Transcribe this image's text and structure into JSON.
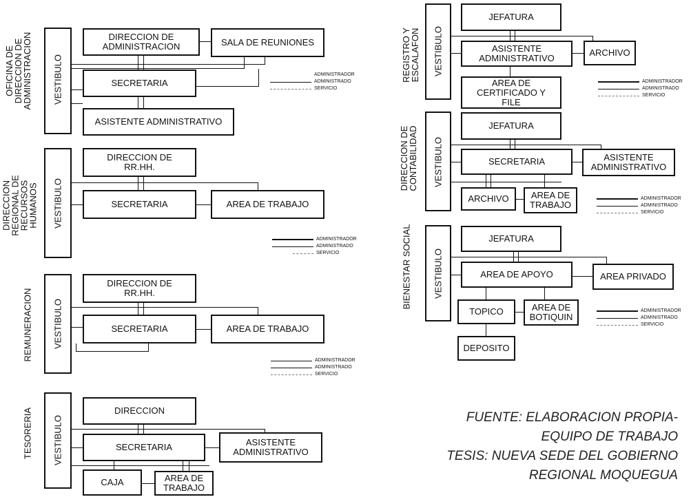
{
  "diagrams": {
    "oficina": {
      "label": "OFICINA DE\nDIRECCION DE\nADMINISTRACION",
      "vestibulo": "VESTIBULO",
      "direccion": "DIRECCION DE\nADMINISTRACION",
      "sala": "SALA DE REUNIONES",
      "secretaria": "SECRETARIA",
      "asistente": "ASISTENTE ADMINISTRATIVO"
    },
    "rrhh": {
      "label": "DIRECCION\nREGIONAL DE\nRECURSOS\nHUMANOS",
      "vestibulo": "VESTIBULO",
      "direccion": "DIRECCION DE\nRR.HH.",
      "secretaria": "SECRETARIA",
      "area": "AREA DE TRABAJO"
    },
    "remuneracion": {
      "label": "REMUNERACION",
      "vestibulo": "VESTIBULO",
      "direccion": "DIRECCION DE\nRR.HH.",
      "secretaria": "SECRETARIA",
      "area": "AREA DE TRABAJO"
    },
    "tesoreria": {
      "label": "TESORERIA",
      "vestibulo": "VESTIBULO",
      "direccion": "DIRECCION",
      "secretaria": "SECRETARIA",
      "asistente": "ASISTENTE\nADMINISTRATIVO",
      "caja": "CAJA",
      "area": "AREA DE\nTRABAJO"
    },
    "registro": {
      "label": "REGISTRO Y\nESCALAFON",
      "vestibulo": "VESTIBULO",
      "jefatura": "JEFATURA",
      "asistente": "ASISTENTE\nADMINISTRATIVO",
      "archivo": "ARCHIVO",
      "area": "AREA DE\nCERTIFICADO Y\nFILE"
    },
    "contabilidad": {
      "label": "DIRECCION DE\nCONTABILIDAD",
      "vestibulo": "VESTIBULO",
      "jefatura": "JEFATURA",
      "secretaria": "SECRETARIA",
      "asistente": "ASISTENTE\nADMINISTRATIVO",
      "archivo": "ARCHIVO",
      "area": "AREA DE\nTRABAJO"
    },
    "bienestar": {
      "label": "BIENESTAR SOCIAL",
      "vestibulo": "VESTIBULO",
      "jefatura": "JEFATURA",
      "apoyo": "AREA DE APOYO",
      "privado": "AREA PRIVADO",
      "topico": "TOPICO",
      "botiquin": "AREA DE\nBOTIQUIN",
      "deposito": "DEPOSITO"
    }
  },
  "legend": {
    "administrador": "ADMINISTRADOR",
    "administrado": "ADMINISTRADO",
    "servicio": "SERVICIO"
  },
  "source": {
    "line1": "FUENTE: ELABORACION PROPIA-",
    "line2": "EQUIPO DE TRABAJO",
    "line3": "TESIS: NUEVA SEDE DEL GOBIERNO",
    "line4": "REGIONAL MOQUEGUA"
  }
}
